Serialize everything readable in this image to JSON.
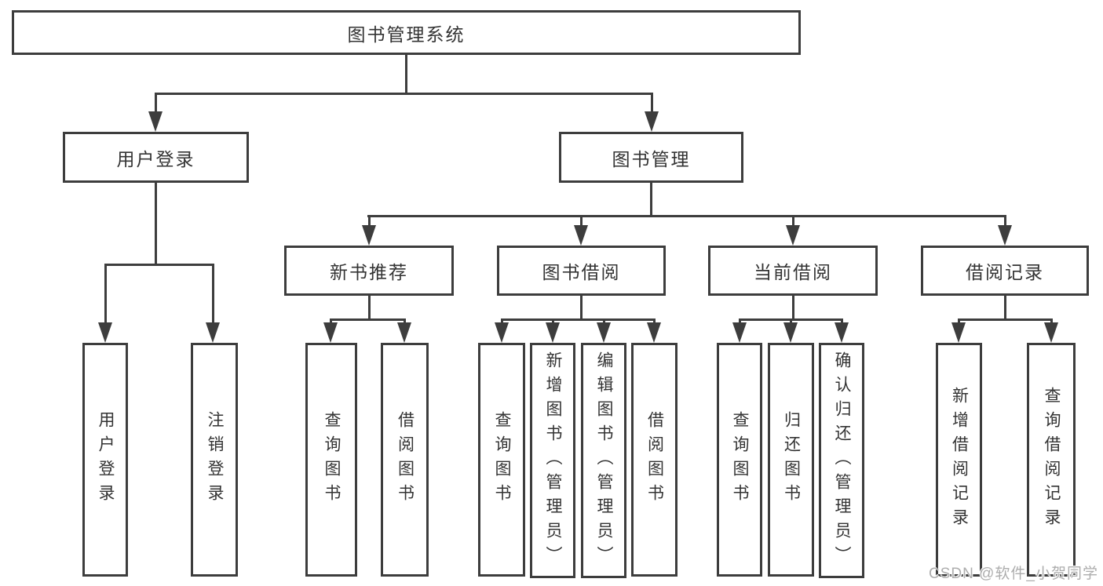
{
  "diagram": {
    "title": "图书管理系统",
    "nodes": {
      "root": "图书管理系统",
      "user_login": "用户登录",
      "book_mgmt": "图书管理",
      "new_book_rec": "新书推荐",
      "book_borrow": "图书借阅",
      "current_borrow": "当前借阅",
      "borrow_record": "借阅记录",
      "user_login_children": [
        "用户登录",
        "注销登录"
      ],
      "new_book_rec_children": [
        "查询图书",
        "借阅图书"
      ],
      "book_borrow_children": [
        "查询图书",
        "新增图书（管理员）",
        "编辑图书（管理员）",
        "借阅图书"
      ],
      "current_borrow_children": [
        "查询图书",
        "归还图书",
        "确认归还（管理员）"
      ],
      "borrow_record_children": [
        "新增借阅记录",
        "查询借阅记录"
      ]
    }
  },
  "watermark": "CSDN @软件_小贺同学",
  "colors": {
    "line": "#3d3d3d",
    "text": "#333333",
    "watermark": "#adadad",
    "background": "#ffffff"
  }
}
